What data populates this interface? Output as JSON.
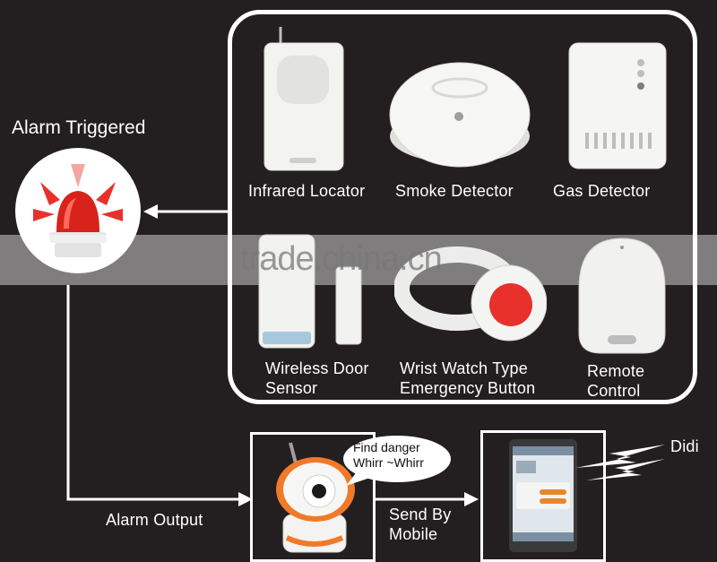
{
  "alarm": {
    "title": "Alarm Triggered"
  },
  "devices": {
    "infrared": "Infrared Locator",
    "smoke": "Smoke Detector",
    "gas": "Gas Detector",
    "door_line1": "Wireless Door",
    "door_line2": "Sensor",
    "watch_line1": "Wrist Watch Type",
    "watch_line2": "Emergency Button",
    "remote_line1": "Remote",
    "remote_line2": "Control"
  },
  "flow": {
    "alarm_output": "Alarm Output",
    "speech_line1": "Find danger",
    "speech_line2": "Whirr ~Whirr",
    "send_line1": "Send By",
    "send_line2": "Mobile",
    "phone_sound": "Didi"
  },
  "watermark": "trade.china.cn",
  "colors": {
    "background": "#231f20",
    "alarm_red": "#e8312a",
    "camera_orange": "#f07a2a",
    "line": "#ffffff"
  }
}
